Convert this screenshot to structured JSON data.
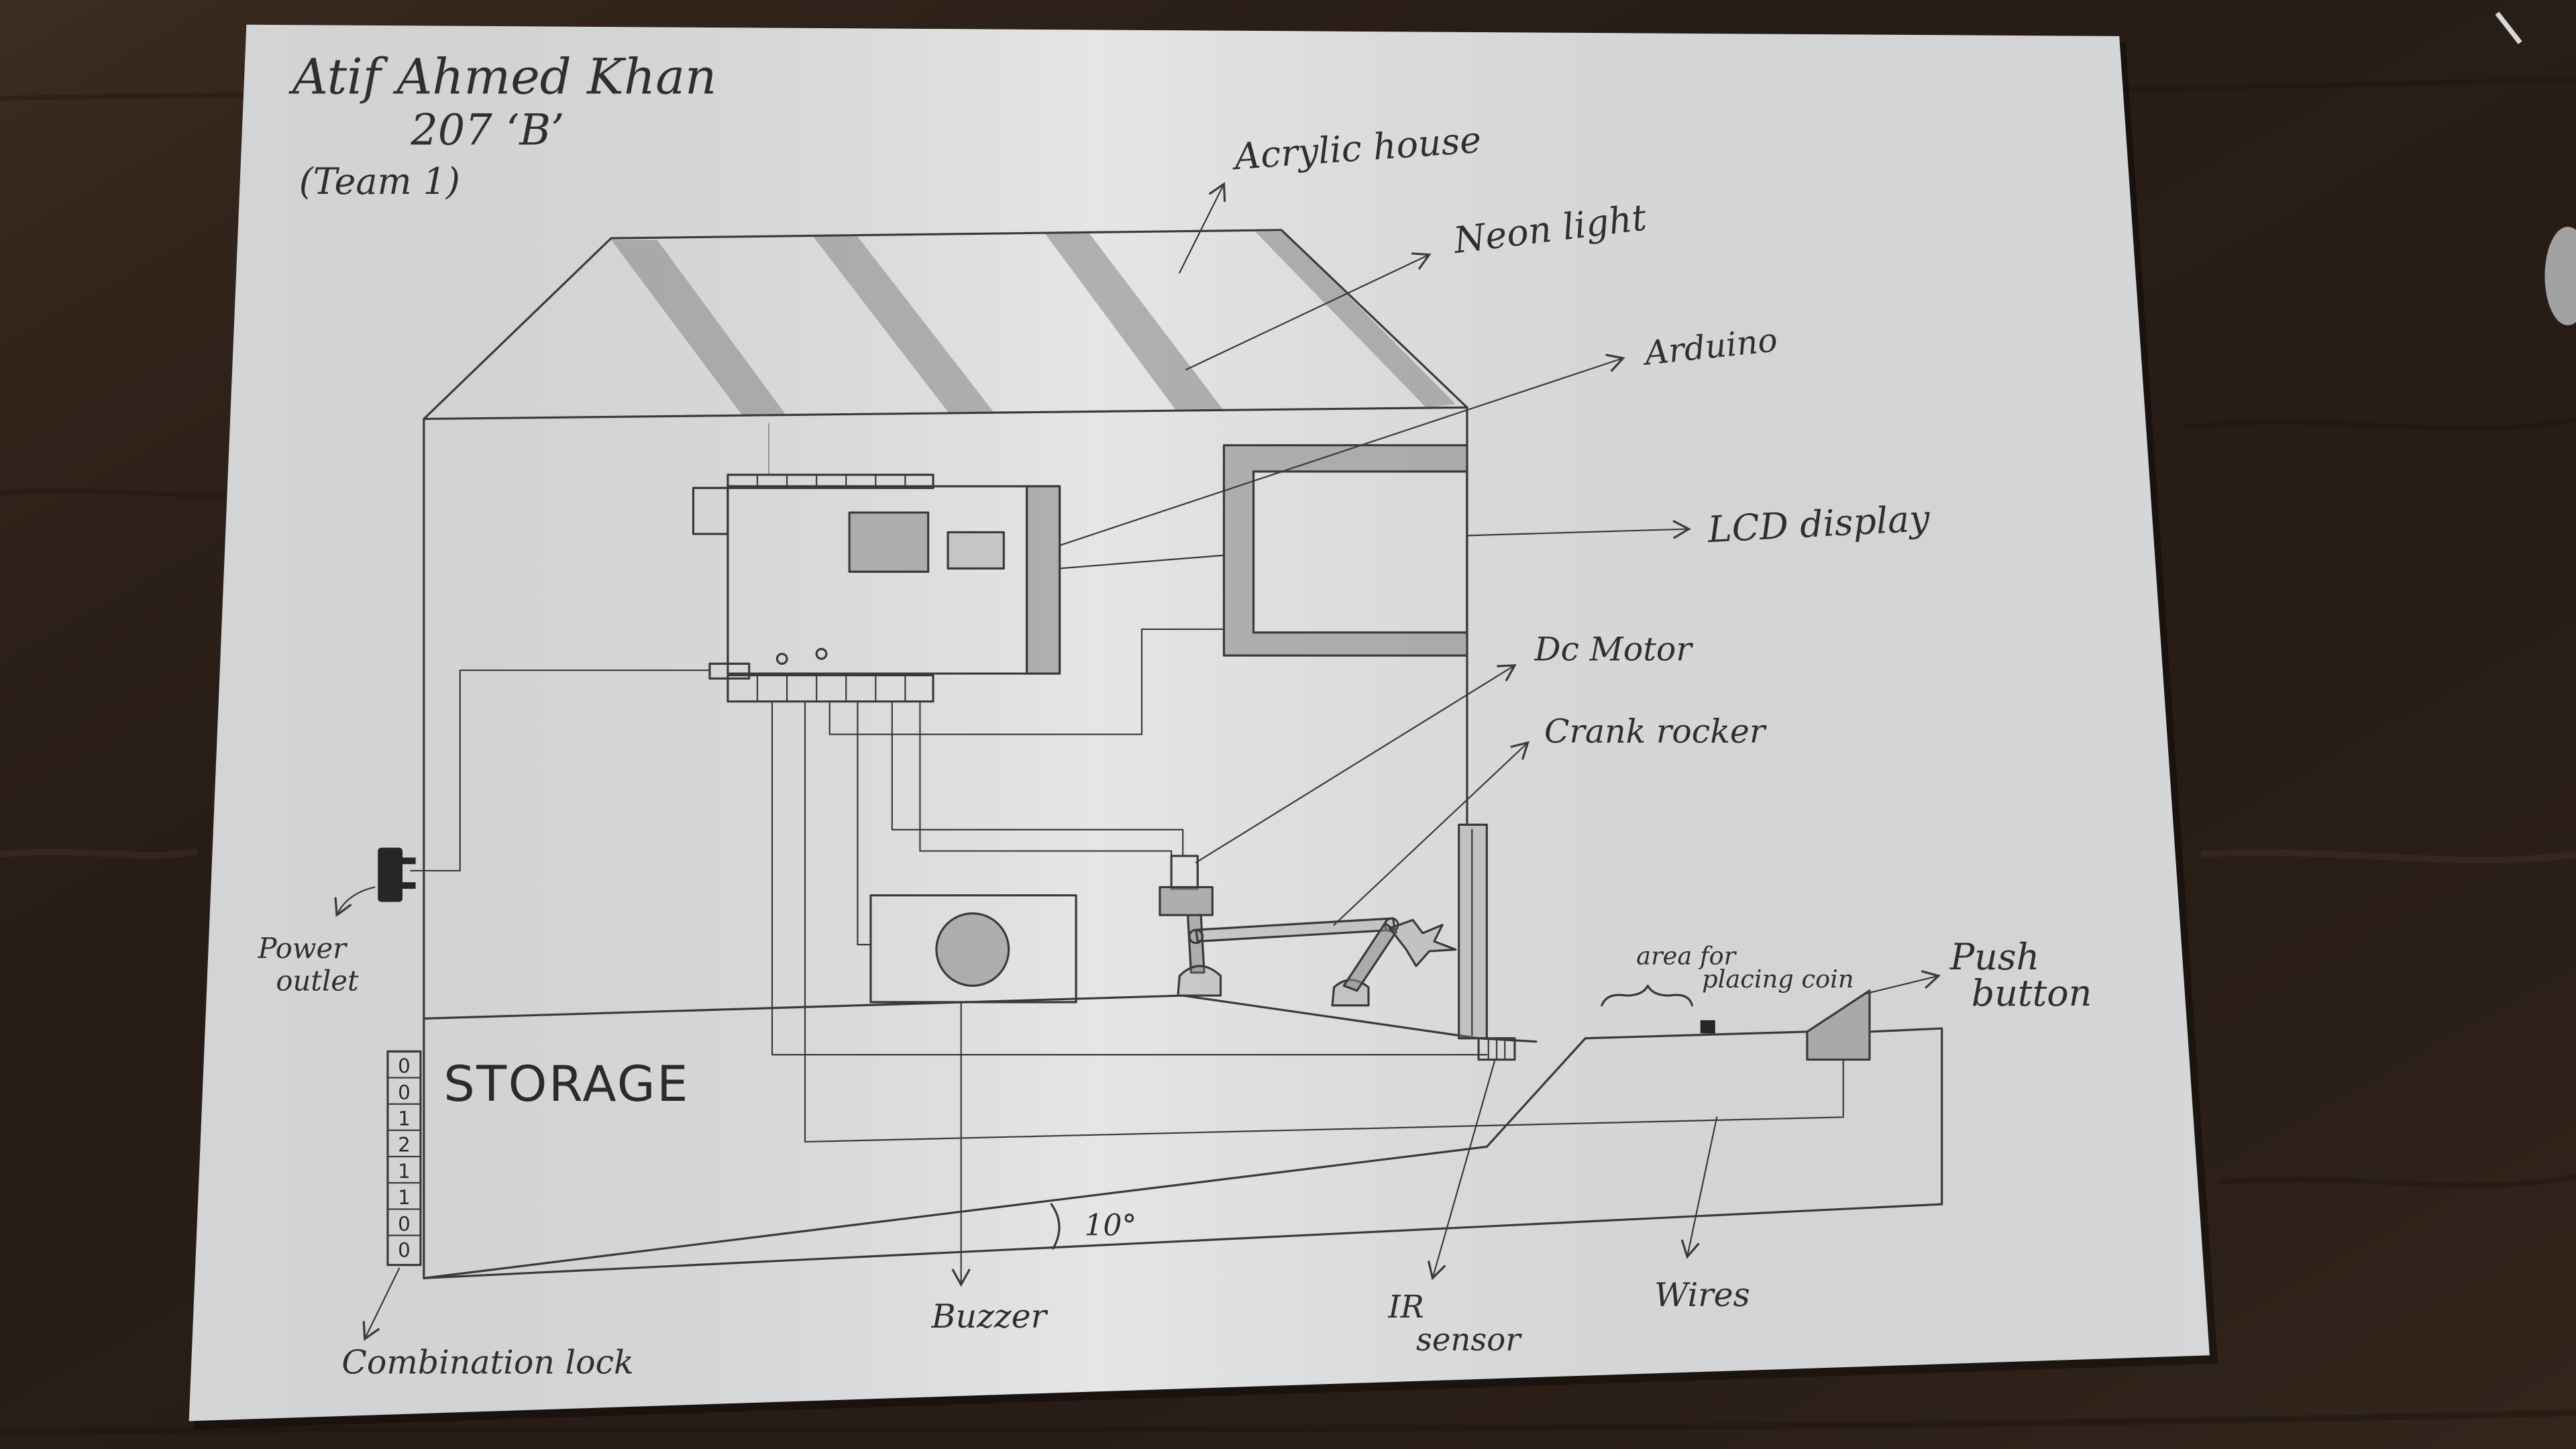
{
  "author": {
    "name": "Atif Ahmed Khan",
    "roll": "207 ‘B’",
    "team": "(Team 1)"
  },
  "labels": {
    "acrylic_house": "Acrylic house",
    "neon_light": "Neon light",
    "arduino": "Arduino",
    "lcd_display": "LCD display",
    "dc_motor": "Dc Motor",
    "crank_rocker": "Crank rocker",
    "power_outlet": [
      "Power",
      "outlet"
    ],
    "coin_area": [
      "area for",
      "placing coin"
    ],
    "push_button": [
      "Push",
      "button"
    ],
    "storage": "STORAGE",
    "angle": "10°",
    "combination_lock": "Combination lock",
    "buzzer": "Buzzer",
    "ir_sensor": [
      "IR",
      "sensor"
    ],
    "wires": "Wires"
  },
  "combination_lock_digits": [
    "0",
    "0",
    "1",
    "2",
    "1",
    "1",
    "0",
    "0"
  ],
  "colors": {
    "pencil": "#3a3a3a",
    "shading": "#8c8c8c",
    "paper": "#dfe0e2",
    "table": "#2d2119"
  }
}
